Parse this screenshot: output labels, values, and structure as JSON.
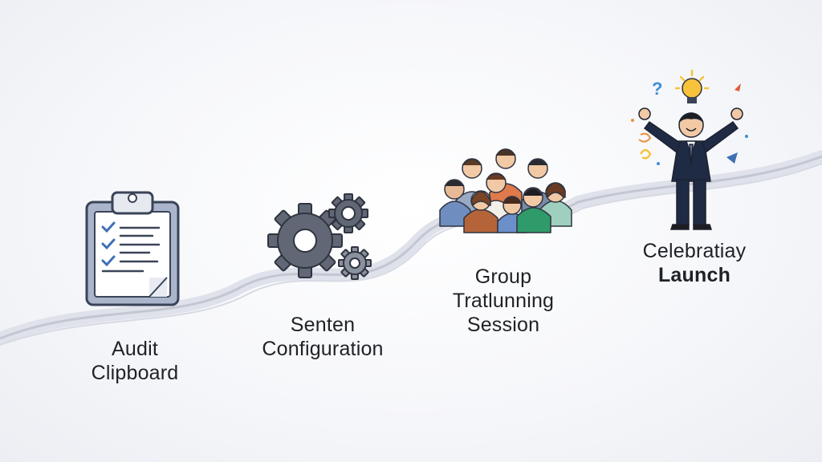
{
  "steps": [
    {
      "id": "audit",
      "icon": "clipboard-icon",
      "lines": [
        "Audit",
        "Clipboard"
      ]
    },
    {
      "id": "config",
      "icon": "gears-icon",
      "lines": [
        "Senten",
        "Configuration"
      ]
    },
    {
      "id": "training",
      "icon": "group-people-icon",
      "lines": [
        "Group",
        "Tratlunning",
        "Session"
      ]
    },
    {
      "id": "launch",
      "icon": "celebrating-person-icon",
      "lines": [
        "Celebratiay",
        "Launch"
      ]
    }
  ],
  "colors": {
    "path": "#c9ccd6",
    "icon_stroke": "#3a4458",
    "gear_fill": "#616775",
    "clipboard_fill": "#aab5cc",
    "check_blue": "#3f6fb5",
    "bulb": "#f6c33a"
  }
}
